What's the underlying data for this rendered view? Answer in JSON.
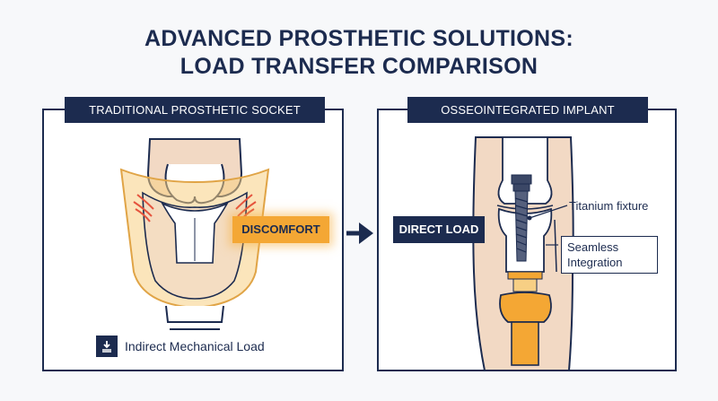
{
  "title": {
    "line1": "ADVANCED PROSTHETIC SOLUTIONS:",
    "line2": "LOAD TRANSFER COMPARISON"
  },
  "left_panel": {
    "label": "TRADITIONAL PROSTHETIC SOCKET",
    "tag": "DISCOMFORT",
    "caption": "Indirect Mechanical Load",
    "caption_icon": "download-arrow-icon"
  },
  "right_panel": {
    "label": "OSSEOINTEGRATED IMPLANT",
    "tag": "DIRECT LOAD",
    "callout_fixture": "Titanium fixture",
    "callout_integration": "Seamless Integration"
  },
  "colors": {
    "navy": "#1c2b4f",
    "accent_orange": "#f4a734",
    "skin": "#f2d9c4",
    "bone": "#ffffff",
    "pain_red": "#e5533d",
    "socket": "#f7cf84"
  }
}
